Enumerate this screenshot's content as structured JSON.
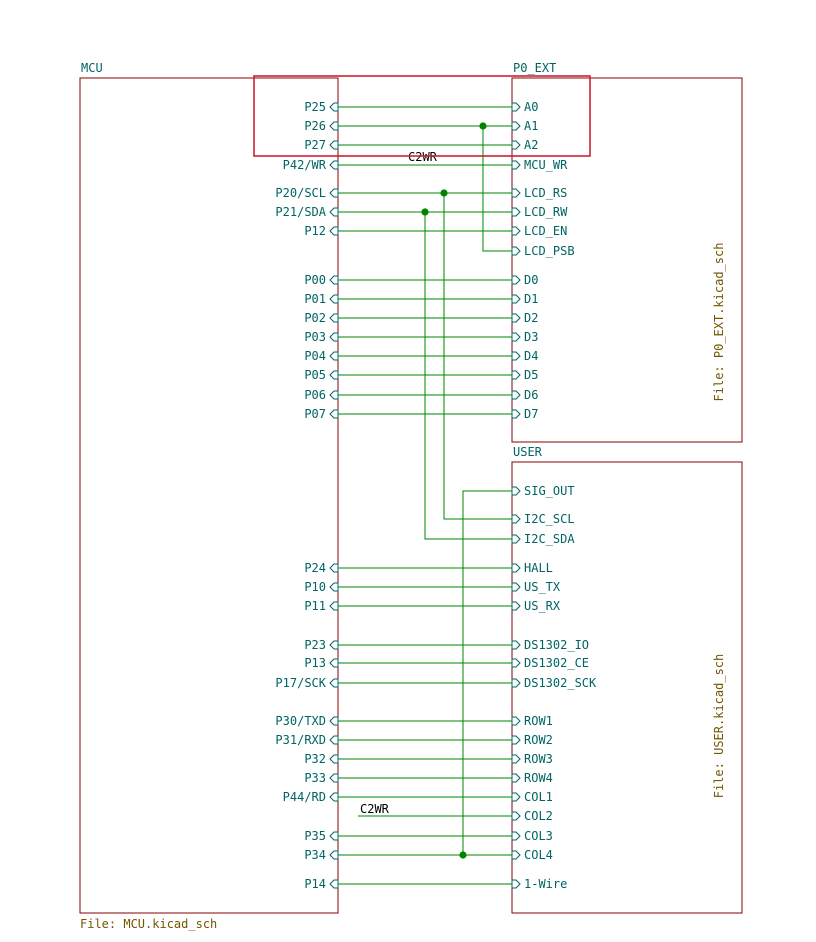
{
  "sheets": {
    "mcu": {
      "title": "MCU",
      "file": "File: MCU.kicad_sch",
      "pins": [
        "P25",
        "P26",
        "P27",
        "P42/WR",
        "P20/SCL",
        "P21/SDA",
        "P12",
        "P00",
        "P01",
        "P02",
        "P03",
        "P04",
        "P05",
        "P06",
        "P07",
        "P24",
        "P10",
        "P11",
        "P23",
        "P13",
        "P17/SCK",
        "P30/TXD",
        "P31/RXD",
        "P32",
        "P33",
        "P44/RD",
        "P35",
        "P34",
        "P14"
      ]
    },
    "p0_ext": {
      "title": "P0_EXT",
      "file": "File: P0_EXT.kicad_sch",
      "pins": [
        "A0",
        "A1",
        "A2",
        "MCU_WR",
        "LCD_RS",
        "LCD_RW",
        "LCD_EN",
        "LCD_PSB",
        "D0",
        "D1",
        "D2",
        "D3",
        "D4",
        "D5",
        "D6",
        "D7"
      ]
    },
    "user": {
      "title": "USER",
      "file": "File: USER.kicad_sch",
      "pins": [
        "SIG_OUT",
        "I2C_SCL",
        "I2C_SDA",
        "HALL",
        "US_TX",
        "US_RX",
        "DS1302_IO",
        "DS1302_CE",
        "DS1302_SCK",
        "ROW1",
        "ROW2",
        "ROW3",
        "ROW4",
        "COL1",
        "COL2",
        "COL3",
        "COL4",
        "1-Wire"
      ]
    }
  },
  "net_labels": {
    "c2wr_top": "C2WR",
    "c2wr_bottom": "C2WR"
  },
  "colors": {
    "wire": "#008400",
    "sheet_border": "#840000",
    "pin_text": "#006464",
    "file_text": "#725600",
    "highlight": "#cc2233"
  }
}
